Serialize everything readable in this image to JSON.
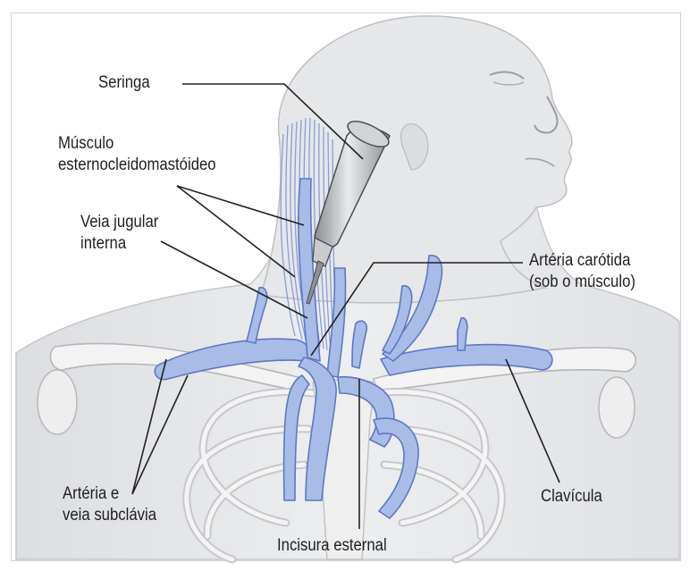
{
  "figure": {
    "labels": {
      "seringa": "Seringa",
      "musculo_line1": "Músculo",
      "musculo_line2": "esternocleidomastóideo",
      "veia_jugular_line1": "Veia jugular",
      "veia_jugular_line2": "interna",
      "arteria_carotida_line1": "Artéria carótida",
      "arteria_carotida_line2": "(sob o músculo)",
      "arteria_subclavia_line1": "Artéria e",
      "arteria_subclavia_line2": "veia subclávia",
      "clavicula": "Clavícula",
      "incisura": "Incisura esternal"
    },
    "colors": {
      "vessel": "#a9bce8",
      "vessel_outline": "#5d78c2",
      "skin": "#e8e9eb",
      "skin_outline": "#bcc0c5",
      "bone": "#f1f1f1",
      "bone_outline": "#b6b8bb",
      "leader": "#222222"
    }
  }
}
